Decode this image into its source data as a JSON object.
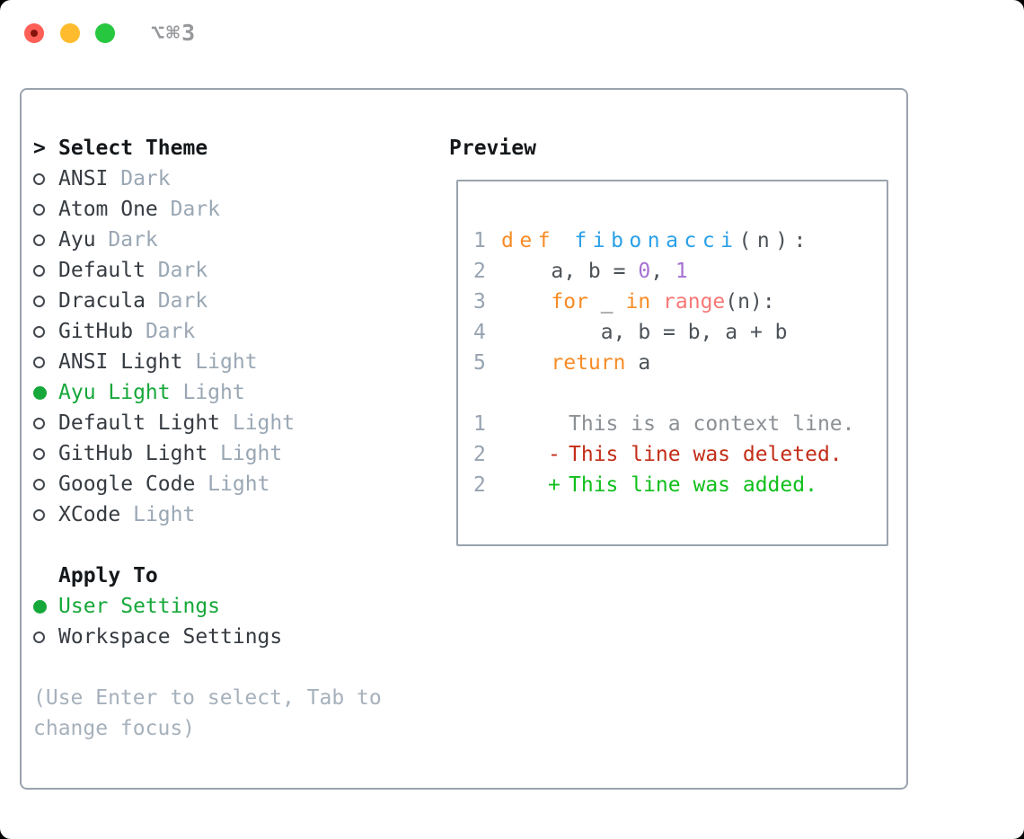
{
  "window": {
    "title_shortcut": "⌥⌘3"
  },
  "theme_panel": {
    "prompt": ">",
    "header": "Select Theme",
    "items": [
      {
        "name": "ANSI",
        "variant": "Dark",
        "selected": false
      },
      {
        "name": "Atom One",
        "variant": "Dark",
        "selected": false
      },
      {
        "name": "Ayu",
        "variant": "Dark",
        "selected": false
      },
      {
        "name": "Default",
        "variant": "Dark",
        "selected": false
      },
      {
        "name": "Dracula",
        "variant": "Dark",
        "selected": false
      },
      {
        "name": "GitHub",
        "variant": "Dark",
        "selected": false
      },
      {
        "name": "ANSI Light",
        "variant": "Light",
        "selected": false
      },
      {
        "name": "Ayu Light",
        "variant": "Light",
        "selected": true
      },
      {
        "name": "Default Light",
        "variant": "Light",
        "selected": false
      },
      {
        "name": "GitHub Light",
        "variant": "Light",
        "selected": false
      },
      {
        "name": "Google Code",
        "variant": "Light",
        "selected": false
      },
      {
        "name": "XCode",
        "variant": "Light",
        "selected": false
      }
    ],
    "apply_to": {
      "header": "Apply To",
      "options": [
        {
          "name": "User Settings",
          "selected": true
        },
        {
          "name": "Workspace Settings",
          "selected": false
        }
      ]
    },
    "help": "(Use Enter to select, Tab to change focus)"
  },
  "preview": {
    "header": "Preview",
    "code_lines": [
      {
        "num": "1",
        "wide": true,
        "tokens": [
          {
            "t": "def ",
            "c": "kw"
          },
          {
            "t": "fibonacci",
            "c": "fn"
          },
          {
            "t": "(n):",
            "c": "pln"
          }
        ]
      },
      {
        "num": "2",
        "wide": false,
        "tokens": [
          {
            "t": "    a, b = ",
            "c": "pln"
          },
          {
            "t": "0",
            "c": "num"
          },
          {
            "t": ", ",
            "c": "pln"
          },
          {
            "t": "1",
            "c": "num"
          }
        ]
      },
      {
        "num": "3",
        "wide": false,
        "tokens": [
          {
            "t": "    ",
            "c": "pln"
          },
          {
            "t": "for",
            "c": "kw"
          },
          {
            "t": " _ ",
            "c": "pln"
          },
          {
            "t": "in",
            "c": "kw"
          },
          {
            "t": " ",
            "c": "pln"
          },
          {
            "t": "range",
            "c": "bi"
          },
          {
            "t": "(n):",
            "c": "pln"
          }
        ]
      },
      {
        "num": "4",
        "wide": false,
        "tokens": [
          {
            "t": "        a, b = b, a + b",
            "c": "pln"
          }
        ]
      },
      {
        "num": "5",
        "wide": false,
        "tokens": [
          {
            "t": "    ",
            "c": "pln"
          },
          {
            "t": "return",
            "c": "kw"
          },
          {
            "t": " a",
            "c": "pln"
          }
        ]
      }
    ],
    "diff_lines": [
      {
        "num": "1",
        "mark": " ",
        "text": "This is a context line.",
        "kind": "context"
      },
      {
        "num": "2",
        "mark": "-",
        "text": "This line was deleted.",
        "kind": "deleted"
      },
      {
        "num": "2",
        "mark": "+",
        "text": "This line was added.",
        "kind": "added"
      }
    ]
  },
  "colors": {
    "traffic-red": "#fe5f57",
    "traffic-red-dot": "#83140c",
    "traffic-yellow": "#febb2e",
    "traffic-green": "#27c73f",
    "title-gray": "#96989b",
    "border-gray": "#9aa3ae",
    "header-black": "#15181b",
    "item-text": "#363b41",
    "variant-gray": "#9aa7b4",
    "selected-green": "#16a83a",
    "radio-outline": "#42474e",
    "help-gray": "#a6b1bc",
    "linenum": "#97a3b1",
    "code-kw": "#f78c27",
    "code-fn": "#2aa0e8",
    "code-bi": "#f87878",
    "code-num": "#a671d3",
    "code-plain": "#4c5258",
    "diff-context": "#8b9095",
    "diff-deleted": "#c32d18",
    "diff-added": "#10bf1c"
  }
}
